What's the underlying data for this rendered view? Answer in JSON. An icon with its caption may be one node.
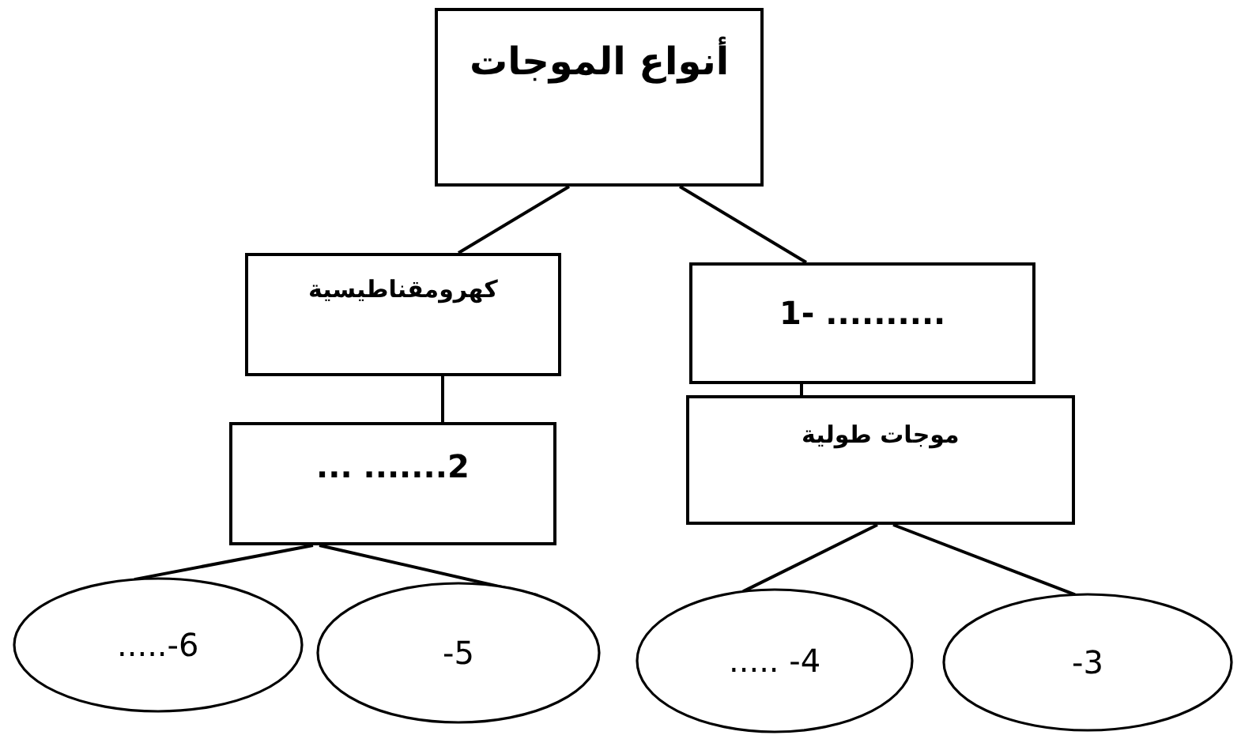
{
  "diagram": {
    "nodes": [
      {
        "text": [
          "أنواع الموجات"
        ]
      },
      {
        "text": [
          "كهرومقناطيسية"
        ]
      },
      {
        "text": [
          "1- .........."
        ]
      },
      {
        "text": [
          "... .......2"
        ]
      },
      {
        "text": [
          "موجات طولية"
        ]
      },
      {
        "text": [
          ".....-6"
        ]
      },
      {
        "text": [
          "-5"
        ]
      },
      {
        "text": [
          "..... -4"
        ]
      },
      {
        "text": [
          "-3"
        ]
      }
    ],
    "edges": [
      {
        "from": 0,
        "to": 1,
        "arrow": "none"
      },
      {
        "from": 0,
        "to": 2,
        "arrow": "none"
      },
      {
        "from": 1,
        "to": 3,
        "arrow": "none"
      },
      {
        "from": 2,
        "to": 4,
        "arrow": "none"
      },
      {
        "from": 3,
        "to": 5,
        "arrow": "none"
      },
      {
        "from": 3,
        "to": 6,
        "arrow": "none"
      },
      {
        "from": 4,
        "to": 7,
        "arrow": "none"
      },
      {
        "from": 4,
        "to": 8,
        "arrow": "none"
      }
    ]
  }
}
